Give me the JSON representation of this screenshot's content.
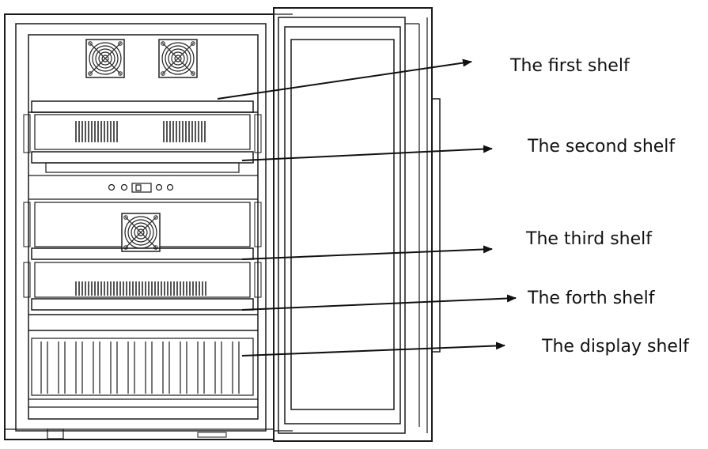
{
  "labels": {
    "first": "The first shelf",
    "second": "The second shelf",
    "third": "The third shelf",
    "fourth": "The forth shelf",
    "display": "The display shelf"
  },
  "colors": {
    "line": "#1a1a1a",
    "background": "#ffffff"
  }
}
